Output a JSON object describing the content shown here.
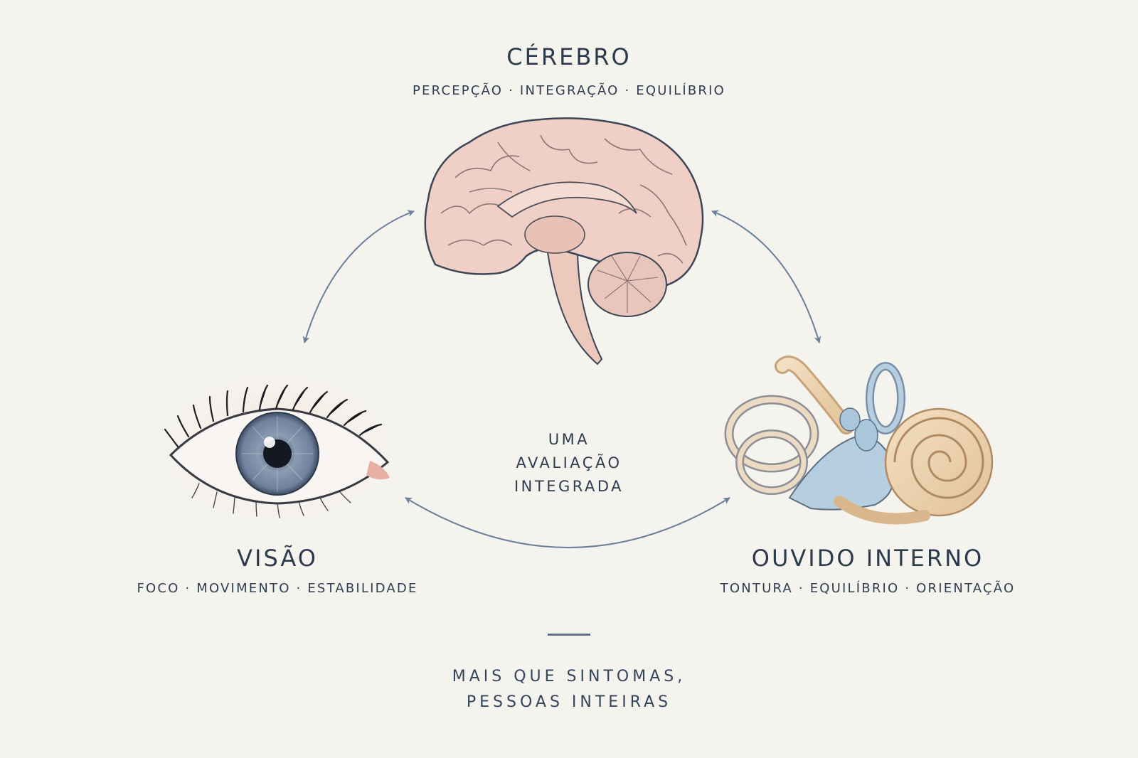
{
  "nodes": {
    "brain": {
      "title": "CÉREBRO",
      "subtitle": "PERCEPÇÃO · INTEGRAÇÃO · EQUILÍBRIO"
    },
    "vision": {
      "title": "VISÃO",
      "subtitle": "FOCO · MOVIMENTO · ESTABILIDADE"
    },
    "inner_ear": {
      "title": "OUVIDO INTERNO",
      "subtitle": "TONTURA · EQUILÍBRIO · ORIENTAÇÃO"
    }
  },
  "center": {
    "line1": "UMA",
    "line2": "AVALIAÇÃO",
    "line3": "INTEGRADA"
  },
  "tagline": {
    "line1": "MAIS QUE SINTOMAS,",
    "line2": "PESSOAS INTEIRAS"
  },
  "colors": {
    "background": "#f5f3ee",
    "text": "#2c3a4c",
    "arrow": "#6b7f99",
    "brain_fill": "#efcfc6",
    "iris": "#7d8fa8",
    "ear_bone": "#ecd3b0",
    "ear_fluid": "#b5cfe0"
  },
  "icons": [
    "brain-illustration",
    "eye-illustration",
    "inner-ear-illustration",
    "arrow-icon"
  ]
}
